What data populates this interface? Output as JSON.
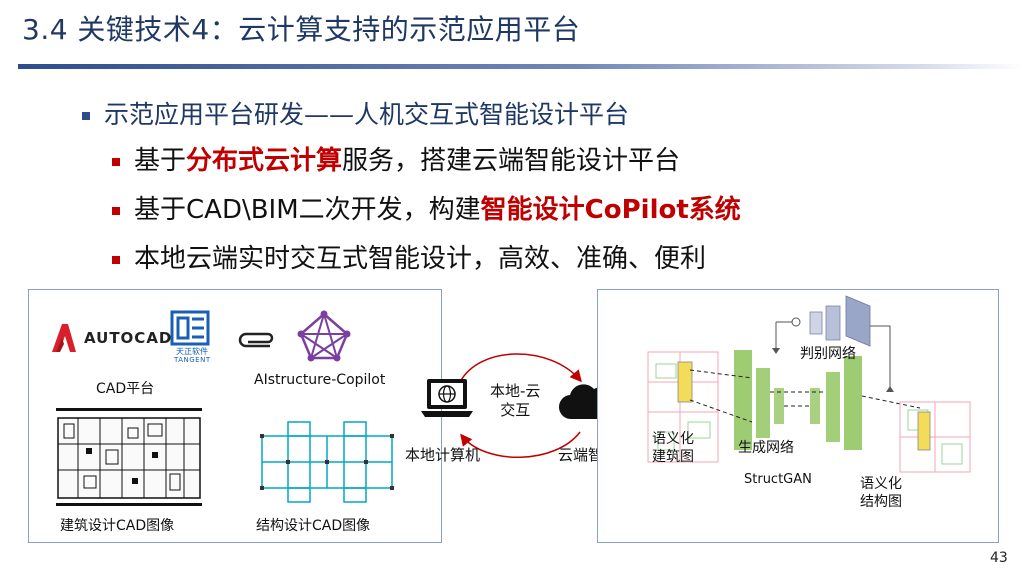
{
  "slide": {
    "title": "3.4 关键技术4：云计算支持的示范应用平台",
    "main_bullet": "示范应用平台研发——人机交互式智能设计平台",
    "sub_bullets": [
      {
        "pre": "基于",
        "red": "分布式云计算",
        "post": "服务，搭建云端智能设计平台"
      },
      {
        "pre": "基于CAD\\BIM二次开发，构建",
        "red": "智能设计CoPilot系统",
        "post": ""
      },
      {
        "pre": "本地云端实时交互式智能设计，高效、准确、便利",
        "red": "",
        "post": ""
      }
    ],
    "page_number": "43"
  },
  "left_panel": {
    "autocad_text": "AUTOCAD",
    "tangent_cn": "天正软件",
    "tangent_en": "TANGENT",
    "cad_platform": "CAD平台",
    "copilot": "AIstructure-Copilot",
    "arch_cad": "建筑设计CAD图像",
    "struct_cad": "结构设计CAD图像"
  },
  "middle": {
    "interaction": "本地-云\n交互",
    "interaction_l1": "本地-云",
    "interaction_l2": "交互",
    "local_computer": "本地计算机",
    "cloud_design": "云端智设"
  },
  "right_panel": {
    "discriminator": "判别网络",
    "generator": "生成网络",
    "model": "StructGAN",
    "semantic_arch_l1": "语义化",
    "semantic_arch_l2": "建筑图",
    "semantic_struct_l1": "语义化",
    "semantic_struct_l2": "结构图"
  },
  "colors": {
    "title_blue": "#1f3864",
    "accent_red": "#c00000",
    "autocad_red": "#d8202a",
    "tangent_blue": "#1a5fb4",
    "copilot_purple": "#7a3fa0",
    "net_green": "#8cc35a"
  },
  "icons": [
    "autocad-logo-icon",
    "tangent-logo-icon",
    "paperclip-icon",
    "copilot-graph-icon",
    "laptop-globe-icon",
    "cloud-icon"
  ]
}
